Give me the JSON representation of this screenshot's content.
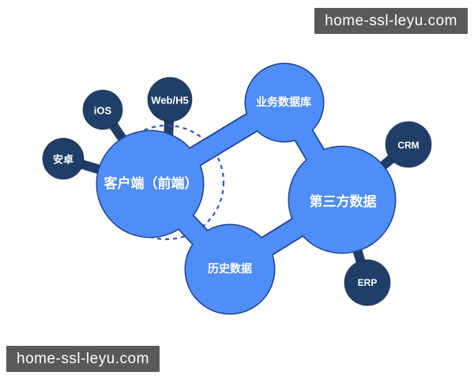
{
  "watermarks": {
    "top_right": "home-ssl-leyu.com",
    "bottom_left": "home-ssl-leyu.com"
  },
  "colors": {
    "node_primary": "#4f8ef7",
    "node_secondary": "#203f68",
    "blob_outline": "#1e4094",
    "dashed_ring": "#2d57c0",
    "label_text": "#ffffff",
    "watermark_bg": "#595959",
    "watermark_text": "#ffffff",
    "background": "#ffffff"
  },
  "diagram": {
    "main_nodes": [
      {
        "id": "client",
        "label": "客户端（前端）"
      },
      {
        "id": "business-db",
        "label": "业务数据库"
      },
      {
        "id": "third-party",
        "label": "第三方数据"
      },
      {
        "id": "history",
        "label": "历史数据"
      }
    ],
    "satellite_nodes": [
      {
        "id": "android",
        "label": "安卓"
      },
      {
        "id": "ios",
        "label": "iOS"
      },
      {
        "id": "web-h5",
        "label": "Web/H5"
      },
      {
        "id": "crm",
        "label": "CRM"
      },
      {
        "id": "erp",
        "label": "ERP"
      }
    ]
  }
}
